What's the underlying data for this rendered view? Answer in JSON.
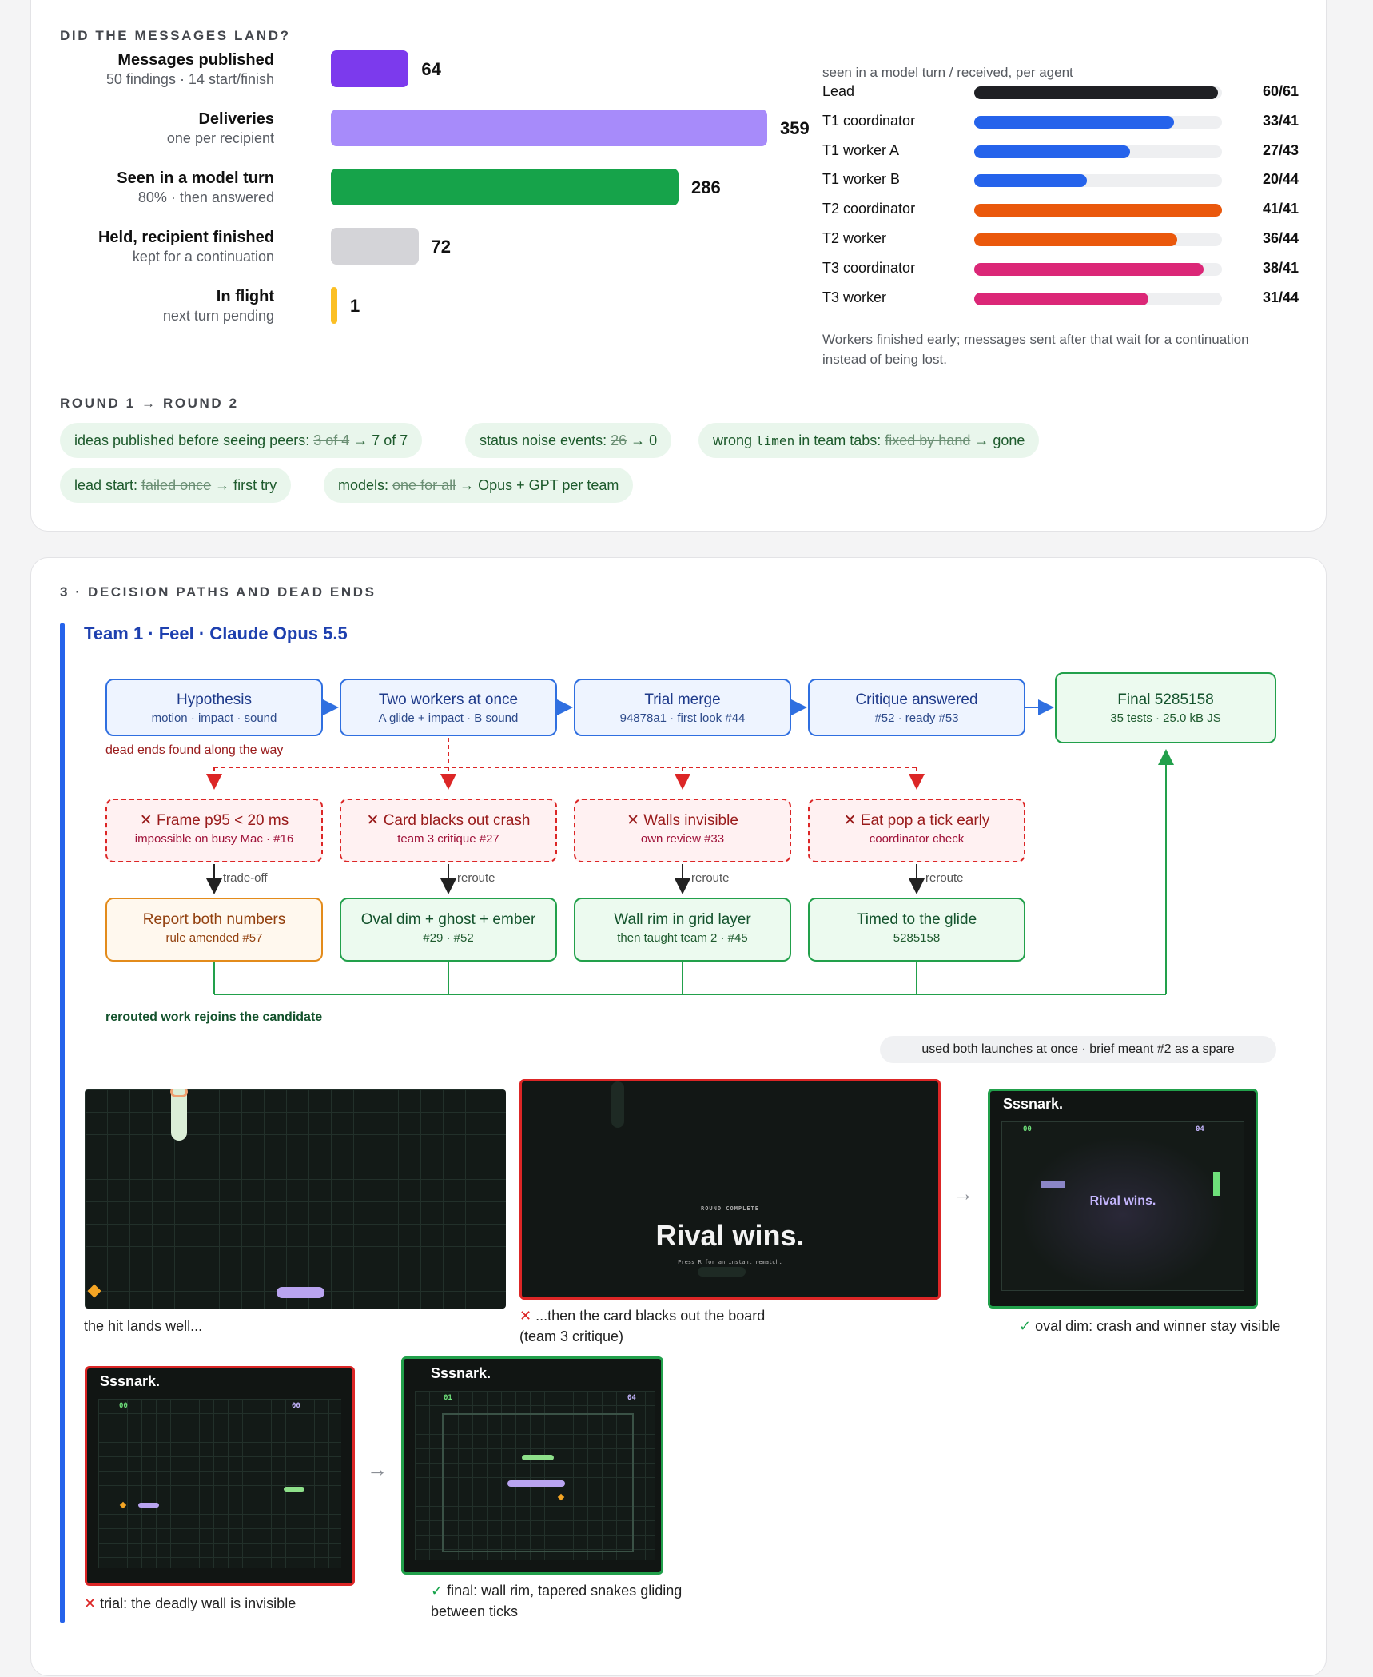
{
  "delivery": {
    "title": "DID THE MESSAGES LAND?",
    "rows": [
      {
        "label": "Messages published",
        "sub": "50 findings · 14 start/finish",
        "value": 64,
        "display": "64",
        "color": "#7c3aed"
      },
      {
        "label": "Deliveries",
        "sub": "one per recipient",
        "value": 359,
        "display": "359",
        "color": "#a78bfa"
      },
      {
        "label": "Seen in a model turn",
        "sub": "80% · then answered",
        "value": 286,
        "display": "286",
        "color": "#16a34a"
      },
      {
        "label": "Held, recipient finished",
        "sub": "kept for a continuation",
        "value": 72,
        "display": "72",
        "color": "#d4d4d8"
      },
      {
        "label": "In flight",
        "sub": "next turn pending",
        "value": 1,
        "display": "1",
        "color": "#fbbf24"
      }
    ],
    "agents_note": "seen in a model turn / received, per agent",
    "agents": [
      {
        "name": "Lead",
        "seen": 60,
        "received": 61,
        "display": "60/61",
        "color": "#1f2024"
      },
      {
        "name": "T1 coordinator",
        "seen": 33,
        "received": 41,
        "display": "33/41",
        "color": "#2563eb"
      },
      {
        "name": "T1 worker A",
        "seen": 27,
        "received": 43,
        "display": "27/43",
        "color": "#2563eb"
      },
      {
        "name": "T1 worker B",
        "seen": 20,
        "received": 44,
        "display": "20/44",
        "color": "#2563eb"
      },
      {
        "name": "T2 coordinator",
        "seen": 41,
        "received": 41,
        "display": "41/41",
        "color": "#ea580c"
      },
      {
        "name": "T2 worker",
        "seen": 36,
        "received": 44,
        "display": "36/44",
        "color": "#ea580c"
      },
      {
        "name": "T3 coordinator",
        "seen": 38,
        "received": 41,
        "display": "38/41",
        "color": "#db2777"
      },
      {
        "name": "T3 worker",
        "seen": 31,
        "received": 44,
        "display": "31/44",
        "color": "#db2777"
      }
    ],
    "footnote_1": "Workers finished early; messages sent after that wait for a continuation",
    "footnote_2": "instead of being lost."
  },
  "rounds": {
    "title": "ROUND 1 → ROUND 2",
    "pills": [
      {
        "prefix": "ideas published before seeing peers: ",
        "old": "3 of 4",
        "arrow": " → ",
        "new": "7 of 7"
      },
      {
        "prefix": "status noise events: ",
        "old": "26",
        "arrow": " → ",
        "new": "0"
      },
      {
        "prefix": "wrong ",
        "code": "limen",
        "prefix2": " in team tabs: ",
        "old": "fixed by hand",
        "arrow": " → ",
        "new": "gone"
      },
      {
        "prefix": "lead start: ",
        "old": "failed once",
        "arrow": " → ",
        "new": "first try"
      },
      {
        "prefix": "models: ",
        "old": "one for all",
        "arrow": " → ",
        "new": "Opus + GPT per team"
      }
    ]
  },
  "decisions": {
    "title": "3 · DECISION PATHS AND DEAD ENDS",
    "team_title": "Team 1 · Feel · Claude Opus 5.5",
    "main_path": [
      {
        "title": "Hypothesis",
        "sub": "motion · impact · sound"
      },
      {
        "title": "Two workers at once",
        "sub": "A glide + impact · B sound"
      },
      {
        "title": "Trial merge",
        "sub": "94878a1 · first look #44"
      },
      {
        "title": "Critique answered",
        "sub": "#52 · ready #53"
      },
      {
        "title": "Final 5285158",
        "sub": "35 tests · 25.0 kB JS"
      }
    ],
    "dead_note": "dead ends found along the way",
    "dead_ends": [
      {
        "title": "✕ Frame p95 < 20 ms",
        "sub": "impossible on busy Mac · #16",
        "edge": "trade-off"
      },
      {
        "title": "✕ Card blacks out crash",
        "sub": "team 3 critique #27",
        "edge": "reroute"
      },
      {
        "title": "✕ Walls invisible",
        "sub": "own review #33",
        "edge": "reroute"
      },
      {
        "title": "✕ Eat pop a tick early",
        "sub": "coordinator check",
        "edge": "reroute"
      }
    ],
    "fixes": [
      {
        "title": "Report both numbers",
        "sub": "rule amended #57"
      },
      {
        "title": "Oval dim + ghost + ember",
        "sub": "#29 · #52"
      },
      {
        "title": "Wall rim in grid layer",
        "sub": "then taught team 2 · #45"
      },
      {
        "title": "Timed to the glide",
        "sub": "5285158"
      }
    ],
    "rejoin_note": "rerouted work rejoins the candidate",
    "launch_note": "used both launches at once · brief meant #2 as a spare"
  },
  "shots": {
    "cap1": "the hit lands well...",
    "cap2_mark": "✕",
    "cap2_a": " ...then the card blacks out the board",
    "cap2_b": "(team 3 critique)",
    "cap3_mark": "✓",
    "cap3": " oval dim: crash and winner stay visible",
    "cap4_mark": "✕",
    "cap4": " trial: the deadly wall is invisible",
    "cap5_mark": "✓",
    "cap5_a": " final: wall rim, tapered snakes gliding",
    "cap5_b": "between ticks",
    "arrow": "→",
    "card_small": "ROUND COMPLETE",
    "card_title": "Rival wins.",
    "card_hint": "Press R for an instant rematch.",
    "brand": "Sssnark.",
    "score_a": "00",
    "score_b": "04",
    "score_c": "00",
    "score_d": "00",
    "score_e": "01",
    "score_f": "04"
  },
  "colors": {
    "team_blue": "#2563eb",
    "dead_red": "#dc2626",
    "fix_green": "#22a04b",
    "amber": "#e38b1b"
  }
}
